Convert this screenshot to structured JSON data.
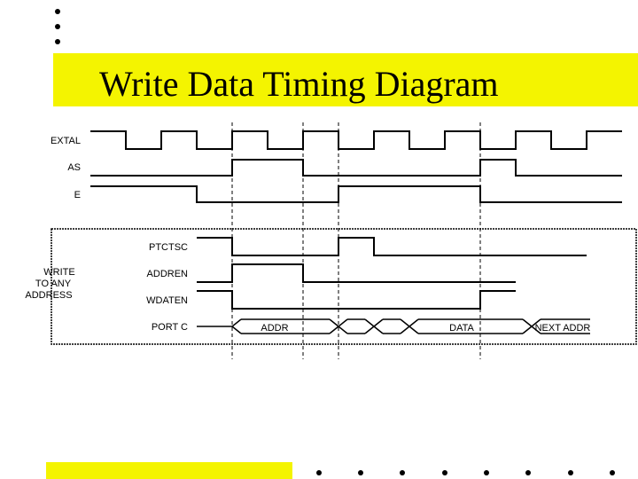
{
  "title": "Write Data Timing Diagram",
  "signals": {
    "extal": "EXTAL",
    "as": "AS",
    "e": "E",
    "ptctsc": "PTCTSC",
    "addren": "ADDREN",
    "wdaten": "WDATEN",
    "portc": "PORT C"
  },
  "group_label": [
    "WRITE",
    "TO ANY",
    "ADDRESS"
  ],
  "bus_values": {
    "addr": "ADDR",
    "data": "DATA",
    "next_addr": "NEXT ADDR"
  },
  "colors": {
    "band": "#f4f400",
    "line": "#000000"
  }
}
